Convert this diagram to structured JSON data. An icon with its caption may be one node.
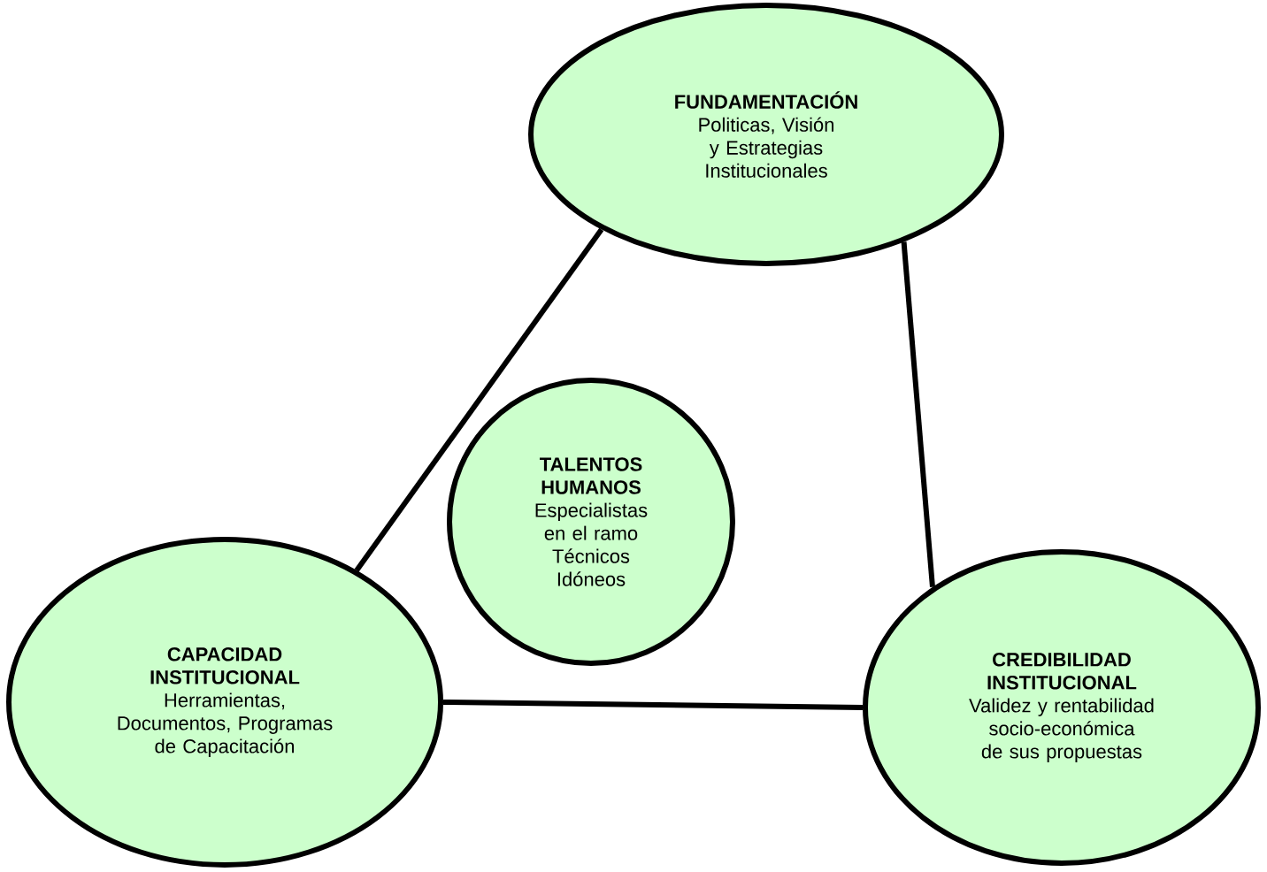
{
  "diagram": {
    "nodes": [
      {
        "text": [
          "FUNDAMENTACIÓN",
          "Politicas, Visión y Estrategias Institucionales"
        ]
      },
      {
        "text": [
          "TALENTOS HUMANOS",
          "Especialistas en el ramo",
          "Técnicos Idóneos"
        ]
      },
      {
        "text": [
          "CAPACIDAD INSTITUCIONAL",
          "Herramientas, Documentos, Programas de Capacitación"
        ]
      },
      {
        "text": [
          "CREDIBILIDAD INSTITUCIONAL",
          "Validez y rentabilidad socio-económica de sus propuestas"
        ]
      }
    ],
    "edges": [
      {
        "from": 0,
        "to": 2,
        "arrow": "none"
      },
      {
        "from": 0,
        "to": 3,
        "arrow": "none"
      },
      {
        "from": 2,
        "to": 3,
        "arrow": "none"
      }
    ]
  }
}
